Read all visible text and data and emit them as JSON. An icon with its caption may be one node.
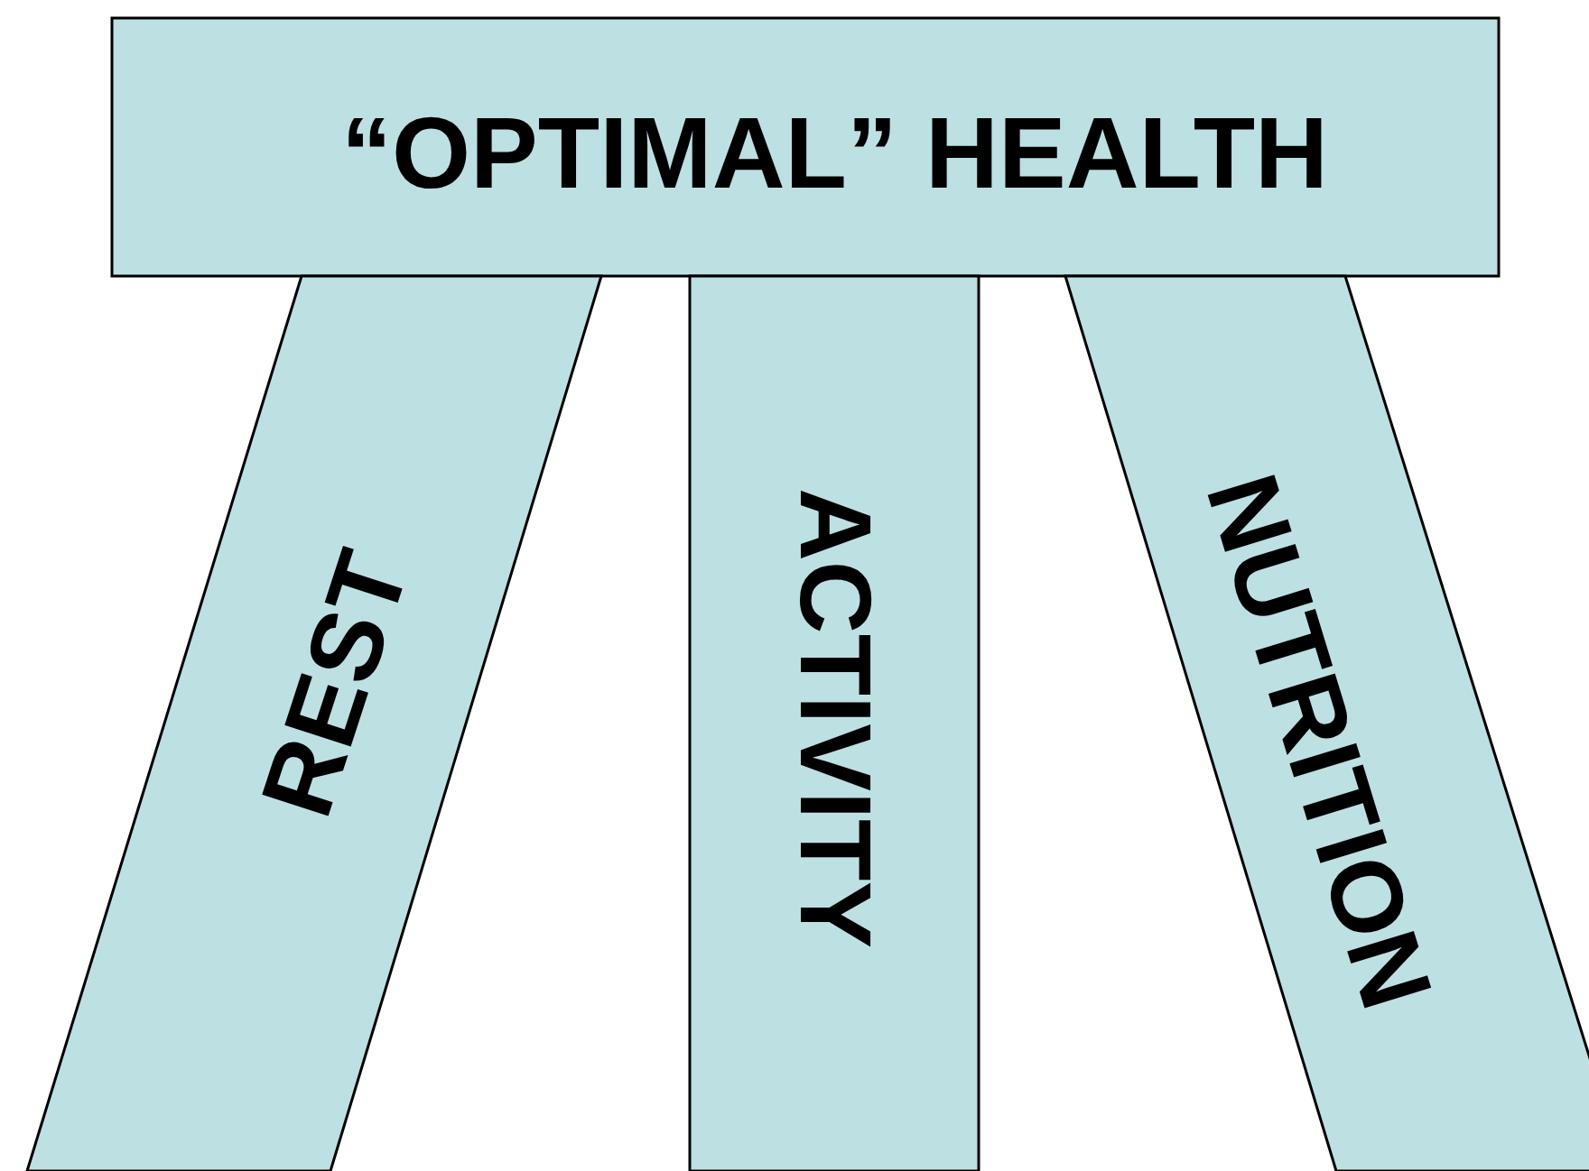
{
  "diagram": {
    "nodes": [
      {
        "text": [
          "“OPTIMAL” HEALTH"
        ]
      },
      {
        "text": [
          "REST"
        ]
      },
      {
        "text": [
          "ACTIVITY"
        ]
      },
      {
        "text": [
          "NUTRITION"
        ]
      }
    ]
  }
}
